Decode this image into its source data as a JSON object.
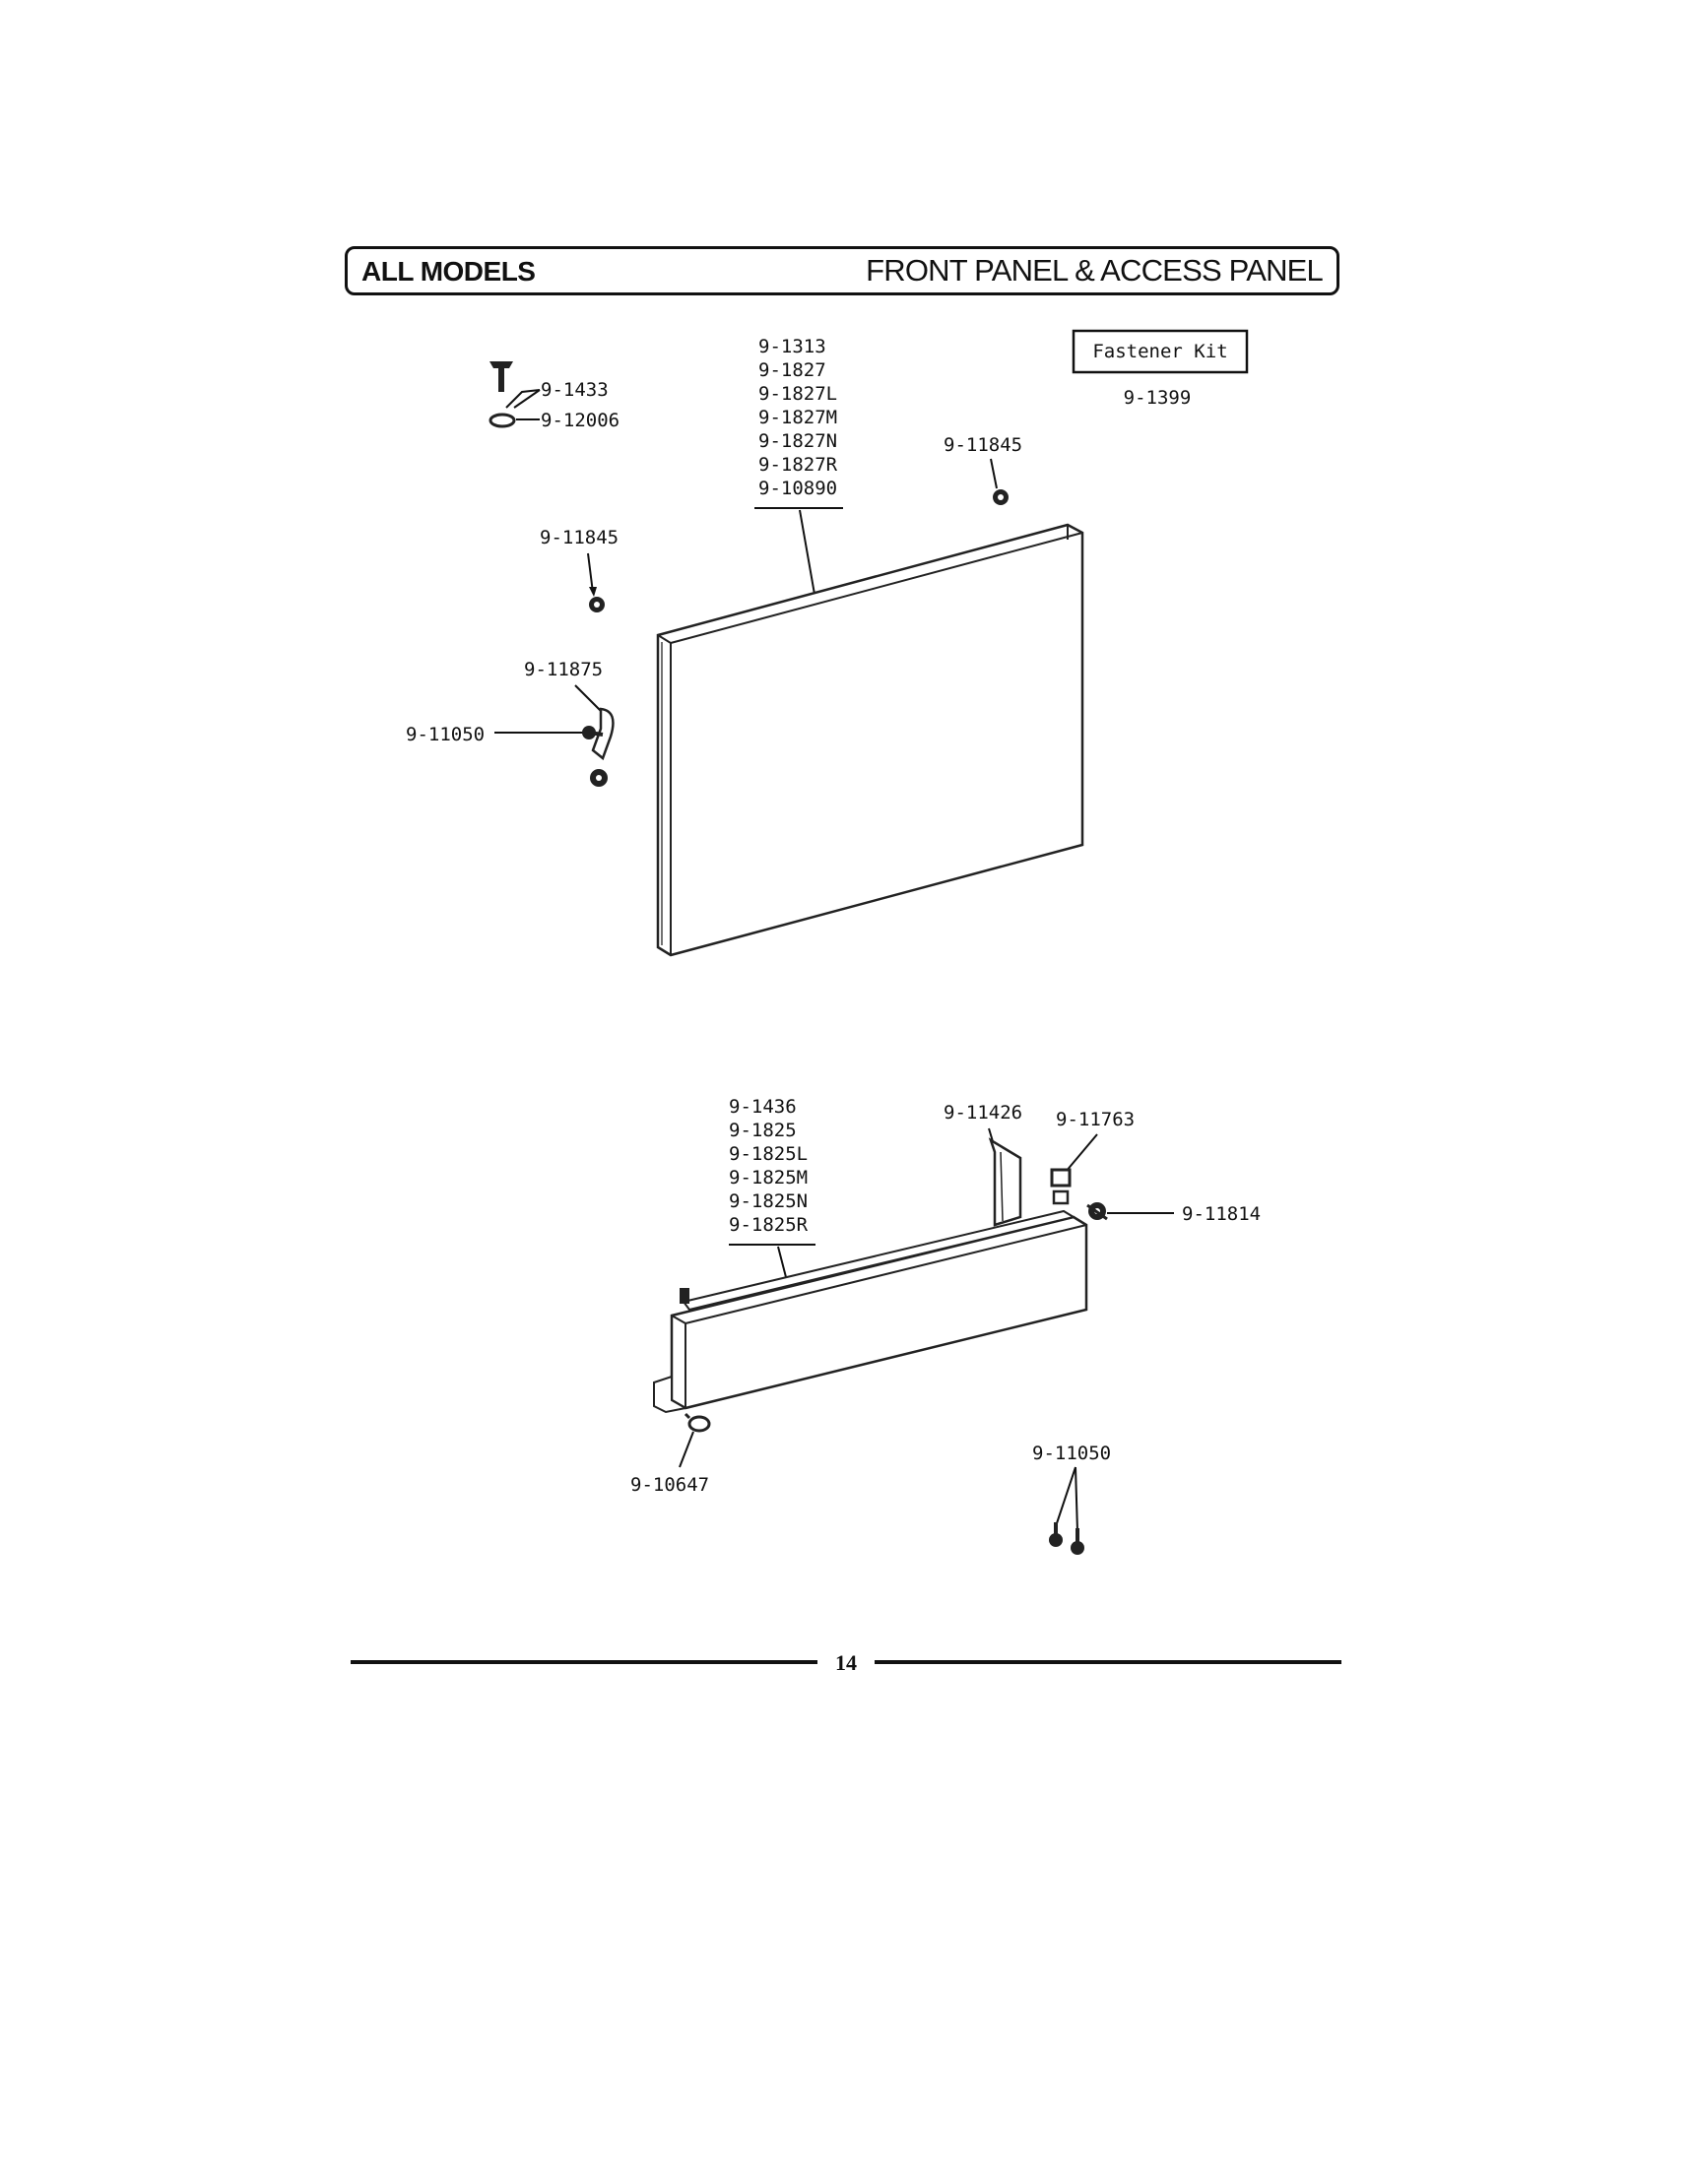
{
  "header": {
    "left": "ALL MODELS",
    "right": "FRONT PANEL & ACCESS PANEL"
  },
  "fastener_kit": {
    "label": "Fastener Kit",
    "number": "9-1399"
  },
  "front_panel": {
    "screw": "9-1433",
    "washer": "9-12006",
    "panel_numbers": [
      "9-1313",
      "9-1827",
      "9-1827L",
      "9-1827M",
      "9-1827N",
      "9-1827R",
      "9-10890"
    ],
    "nut_right": "9-11845",
    "nut_left": "9-11845",
    "clip": "9-11875",
    "clip_screw": "9-11050"
  },
  "access_panel": {
    "panel_numbers": [
      "9-1436",
      "9-1825",
      "9-1825L",
      "9-1825M",
      "9-1825N",
      "9-1825R"
    ],
    "bracket": "9-11426",
    "spring": "9-11763",
    "bolt": "9-11814",
    "foot_screw": "9-10647",
    "screws": "9-11050"
  },
  "footer": {
    "page": "14"
  }
}
